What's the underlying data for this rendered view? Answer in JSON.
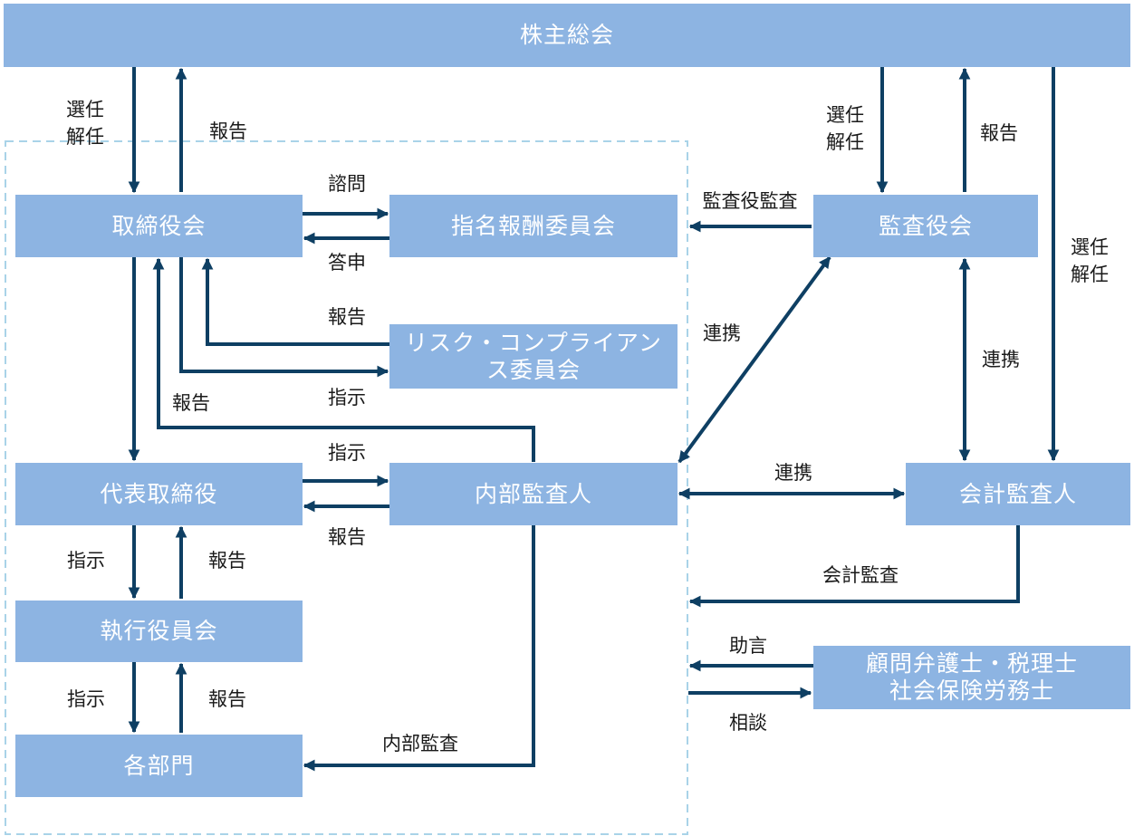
{
  "colors": {
    "box": "#8db4e2",
    "box_text": "#ffffff",
    "arrow": "#0e3f63",
    "dashed": "#a9d3e8",
    "label_text": "#1a1a1a"
  },
  "nodes": {
    "shareholders_meeting": "株主総会",
    "board": "取締役会",
    "nomination_committee": "指名報酬委員会",
    "audit_board": "監査役会",
    "risk_committee": "リスク・コンプライアンス委員会",
    "ceo": "代表取締役",
    "internal_auditor": "内部監査人",
    "accounting_auditor": "会計監査人",
    "exec_committee": "執行役員会",
    "departments": "各部門",
    "advisors_line1": "顧問弁護士・税理士",
    "advisors_line2": "社会保険労務士"
  },
  "labels": {
    "elect_dismiss_1": "選任\n解任",
    "report_1": "報告",
    "elect_dismiss_2": "選任\n解任",
    "report_2": "報告",
    "elect_dismiss_3": "選任\n解任",
    "consult_query": "諮問",
    "reply": "答申",
    "audit_by_auditor": "監査役監査",
    "report_risk": "報告",
    "instruct_risk": "指示",
    "coop_1": "連携",
    "coop_2": "連携",
    "report_internal": "報告",
    "instruct_internal": "指示",
    "report_internal_2": "報告",
    "coop_3": "連携",
    "instruct_exec": "指示",
    "report_exec": "報告",
    "accounting_audit": "会計監査",
    "advice": "助言",
    "instruct_dept": "指示",
    "report_dept": "報告",
    "internal_audit": "内部監査",
    "consult": "相談"
  }
}
